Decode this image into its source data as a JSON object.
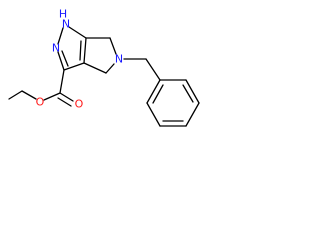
{
  "diagram": {
    "type": "chemical-structure",
    "atoms": [
      {
        "id": "nh",
        "text": "H",
        "color": "#1a1aff"
      },
      {
        "id": "n1",
        "text": "N",
        "color": "#1a1aff"
      },
      {
        "id": "n2",
        "text": "N",
        "color": "#1a1aff"
      },
      {
        "id": "n5",
        "text": "N",
        "color": "#1a1aff"
      },
      {
        "id": "o1",
        "text": "O",
        "color": "#ff1a1a"
      },
      {
        "id": "o2",
        "text": "O",
        "color": "#ff1a1a"
      }
    ],
    "bond_color": "#000000"
  }
}
